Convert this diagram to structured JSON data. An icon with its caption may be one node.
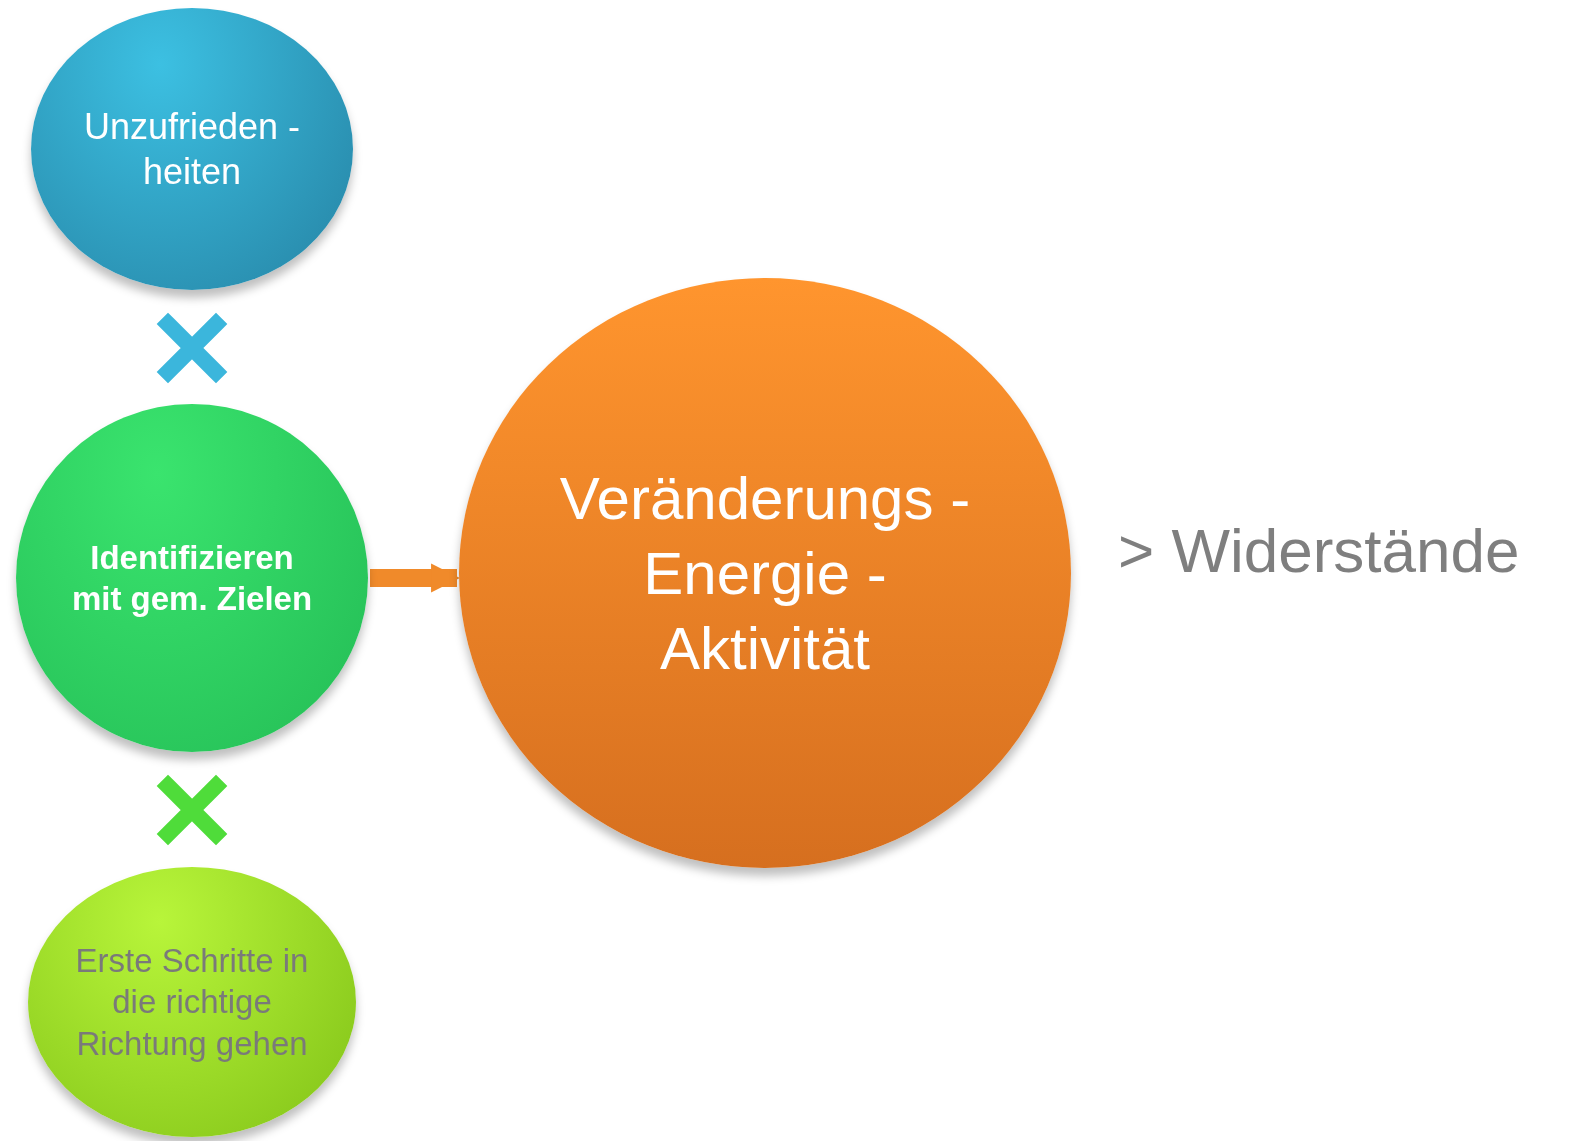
{
  "diagram": {
    "nodes": [
      {
        "text": [
          "Unzufrieden -heiten"
        ]
      },
      {
        "text": [
          "Identifizieren mit gem. Zielen"
        ]
      },
      {
        "text": [
          "Erste Schritte in die richtige Richtung gehen"
        ]
      },
      {
        "text": [
          "Veränderungs -Energie -Aktivität"
        ]
      }
    ],
    "edges": [
      {
        "from": 1,
        "to": 3,
        "arrow": "to"
      }
    ],
    "labels": [
      "> Widerstände"
    ]
  }
}
